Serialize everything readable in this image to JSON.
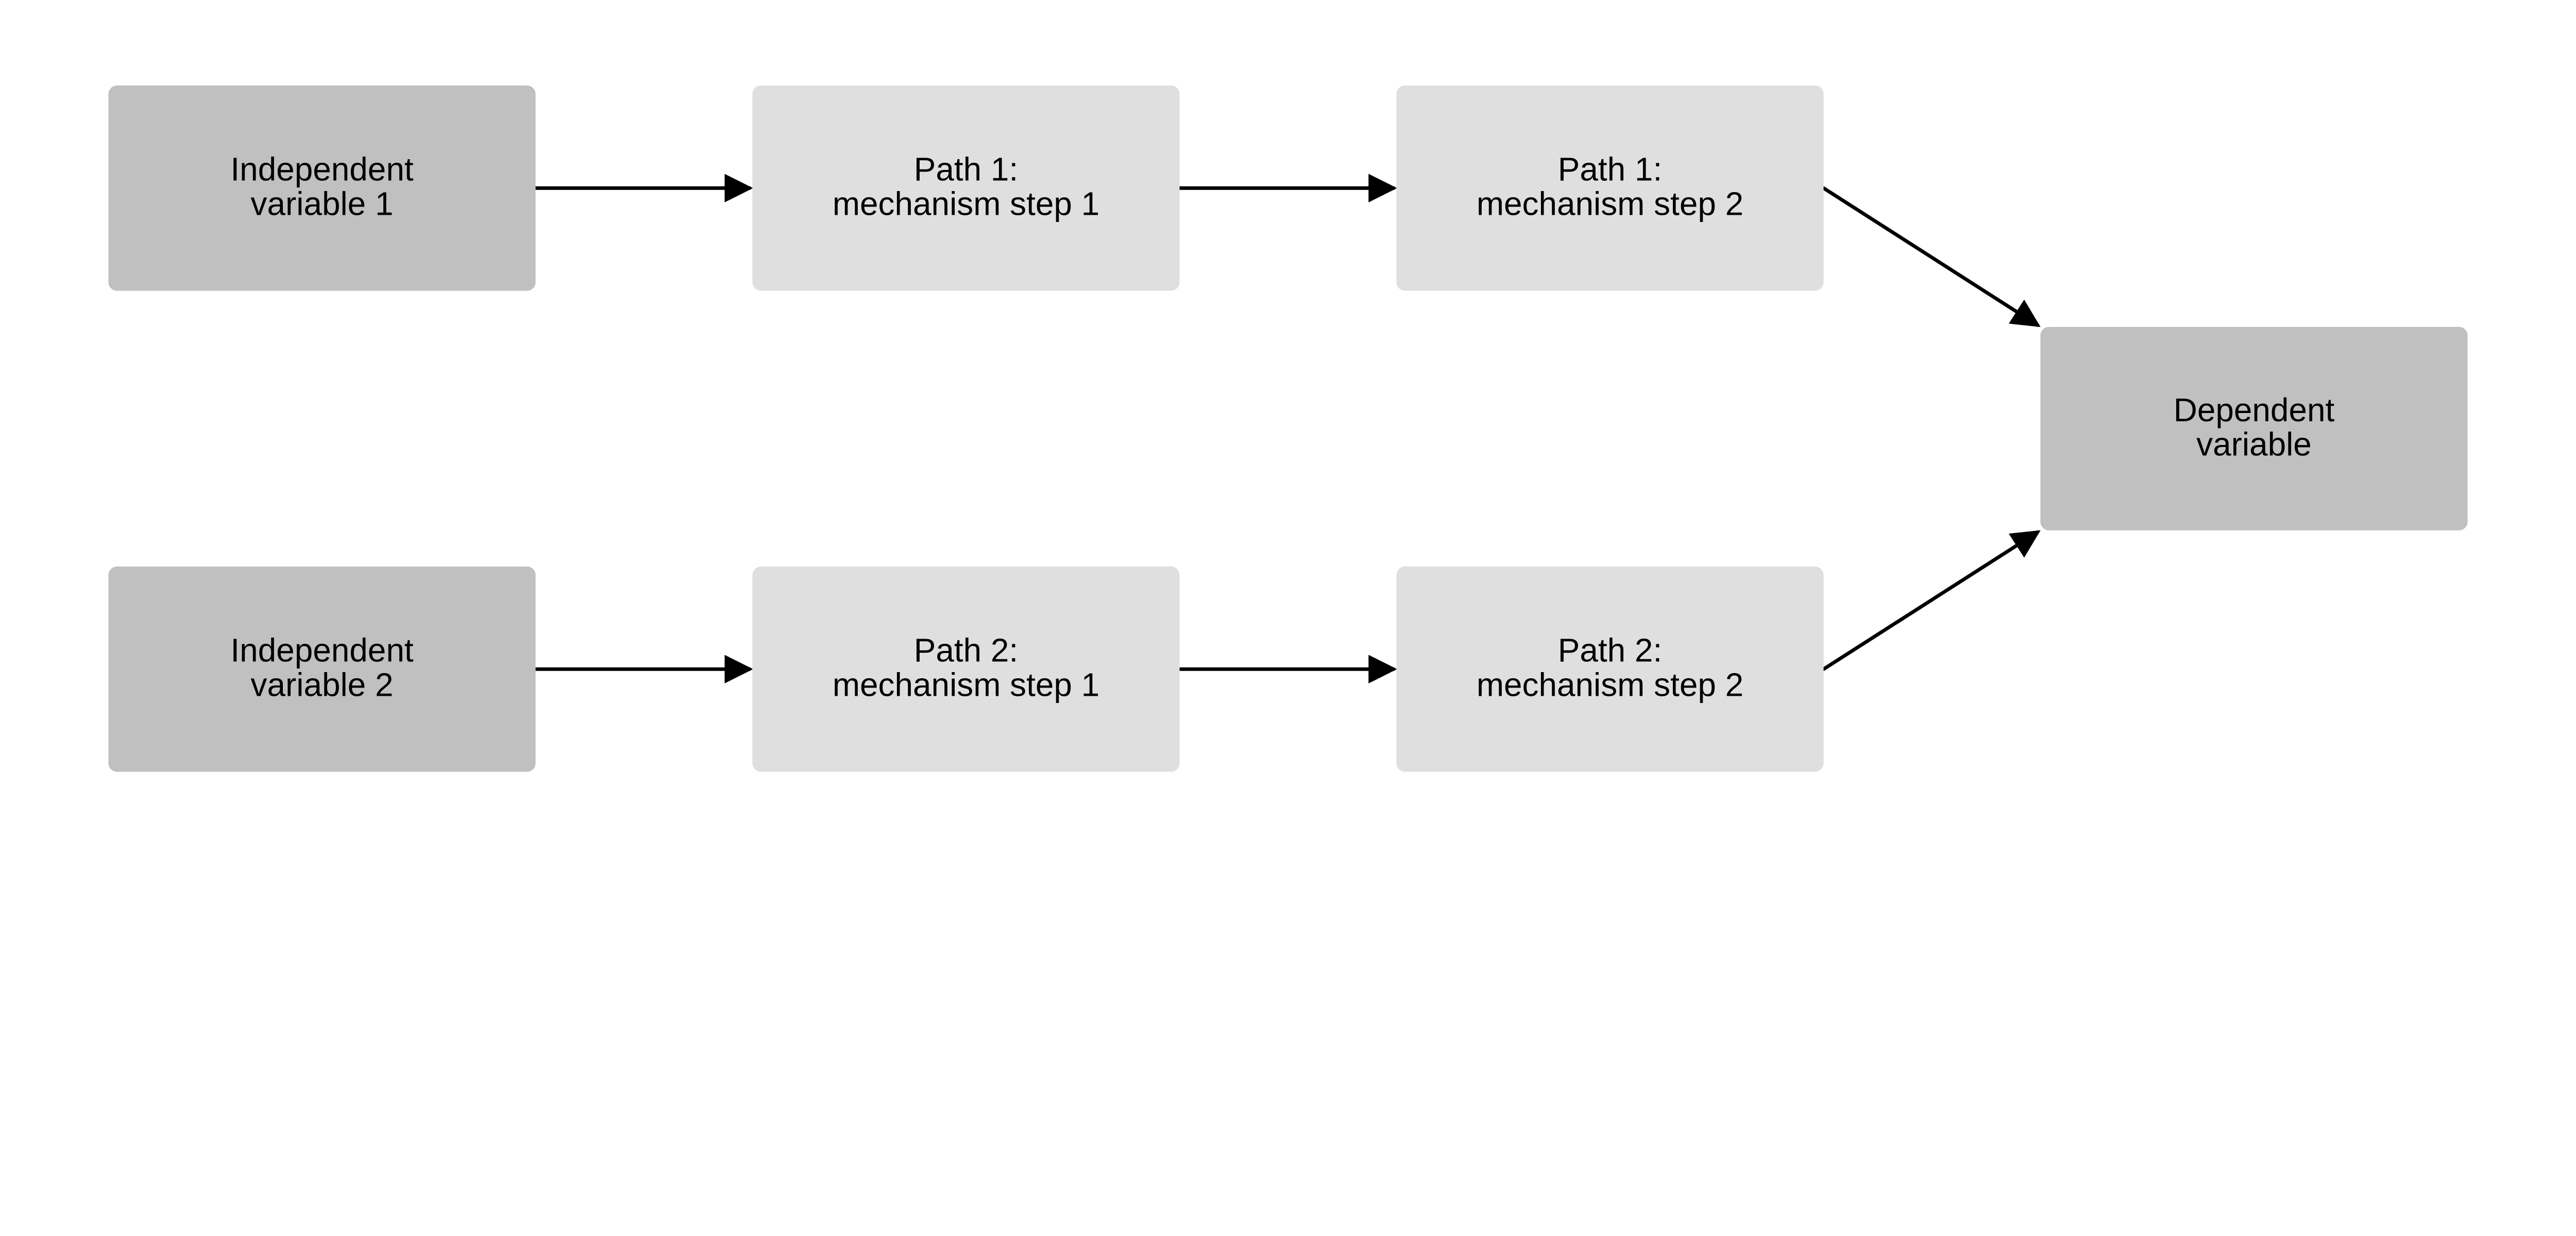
{
  "colors": {
    "variable_box": "#c0c0c0",
    "mechanism_box": "#dfdfdf",
    "arrow": "#000000"
  },
  "nodes": {
    "iv1": {
      "line1": "Independent",
      "line2": "variable 1"
    },
    "iv2": {
      "line1": "Independent",
      "line2": "variable 2"
    },
    "p1s1": {
      "line1": "Path 1:",
      "line2": "mechanism step 1"
    },
    "p1s2": {
      "line1": "Path 1:",
      "line2": "mechanism step 2"
    },
    "p2s1": {
      "line1": "Path 2:",
      "line2": "mechanism step 1"
    },
    "p2s2": {
      "line1": "Path 2:",
      "line2": "mechanism step 2"
    },
    "dv": {
      "line1": "Dependent",
      "line2": "variable"
    }
  },
  "edges": [
    {
      "from": "iv1",
      "to": "p1s1"
    },
    {
      "from": "p1s1",
      "to": "p1s2"
    },
    {
      "from": "p1s2",
      "to": "dv"
    },
    {
      "from": "iv2",
      "to": "p2s1"
    },
    {
      "from": "p2s1",
      "to": "p2s2"
    },
    {
      "from": "p2s2",
      "to": "dv"
    }
  ]
}
